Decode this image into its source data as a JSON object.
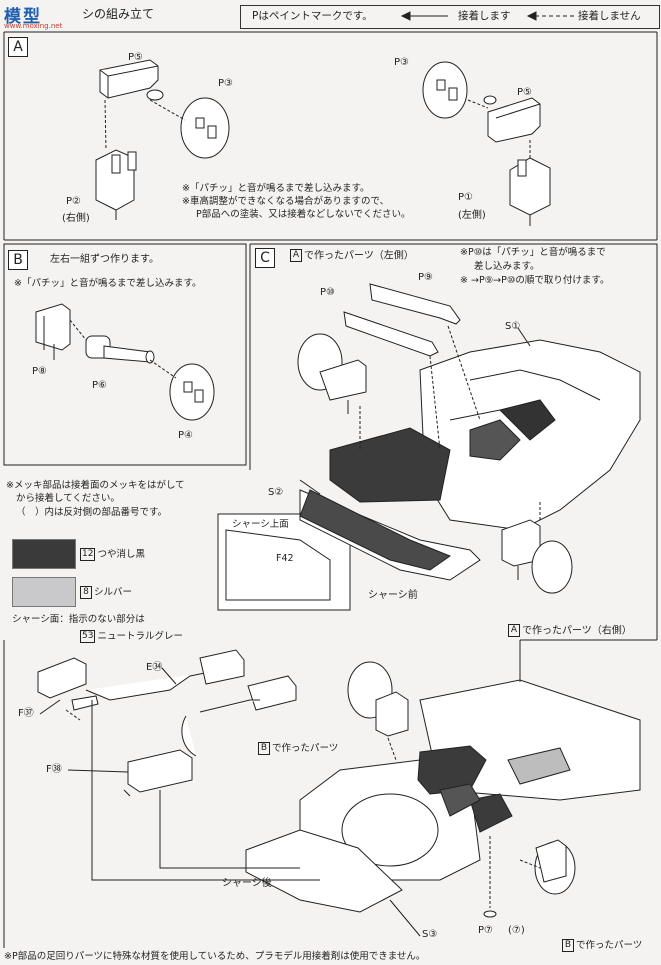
{
  "header": {
    "watermark": "模型",
    "watermark_url": "www.moxing.net",
    "title": "シの組み立て",
    "legend": {
      "paint_mark": "Pはペイントマークです。",
      "glue": "接着します",
      "no_glue": "接着しません"
    }
  },
  "panel_a": {
    "letter": "A",
    "parts_left": {
      "p5": "P⑤",
      "p3": "P③",
      "p2": "P②",
      "side": "(右側)"
    },
    "parts_right": {
      "p3": "P③",
      "p5": "P⑤",
      "p1": "P①",
      "side": "(左側)"
    },
    "notes": [
      "※「パチッ」と音が鳴るまで差し込みます。",
      "※車高調整ができなくなる場合がありますので、",
      "P部品への塗装、又は接着などしないでください。"
    ]
  },
  "panel_b": {
    "letter": "B",
    "instruction": "左右一組ずつ作ります。",
    "note": "※「パチッ」と音が鳴るまで差し込みます。",
    "parts": {
      "p8": "P⑧",
      "p6": "P⑥",
      "p4": "P④"
    }
  },
  "panel_c": {
    "letter": "C",
    "left_parts": "で作ったパーツ（左側）",
    "right_parts": "で作ったパーツ（右側）",
    "box_letter": "A",
    "notes": [
      "※P⑩は「パチッ」と音が鳴るまで",
      "差し込みます。",
      "※ →P⑨→P⑩の順で取り付けます。"
    ],
    "labels": {
      "p9": "P⑨",
      "p10": "P⑩",
      "s1": "S①",
      "s2": "S②",
      "f42": "F42",
      "chassis_top": "シャーシ上面",
      "chassis_front": "シャーシ前"
    }
  },
  "paint_info": {
    "notes": [
      "※メッキ部品は接着面のメッキをはがして",
      "から接着してください。",
      "（　）内は反対側の部品番号です。"
    ],
    "colors": [
      {
        "code": "12",
        "name": "つや消し黒",
        "hex": "#3a3a3a"
      },
      {
        "code": "8",
        "name": "シルバー",
        "hex": "#c9c9cc"
      }
    ],
    "chassis_note": "シャーシ面：指示のない部分は",
    "chassis_color_code": "53",
    "chassis_color_name": "ニュートラルグレー"
  },
  "bottom": {
    "labels": {
      "e34": "E㉞",
      "f37": "F㊲",
      "f38": "F㊳",
      "s3": "S③",
      "p7": "P⑦",
      "p7b": "(⑦)",
      "chassis_rear": "シャーシ後"
    },
    "b_parts_top": "で作ったパーツ",
    "b_parts_bottom": "で作ったパーツ",
    "footer": "※P部品の足回りパーツに特殊な材質を使用しているため、プラモデル用接着剤は使用できません。"
  }
}
